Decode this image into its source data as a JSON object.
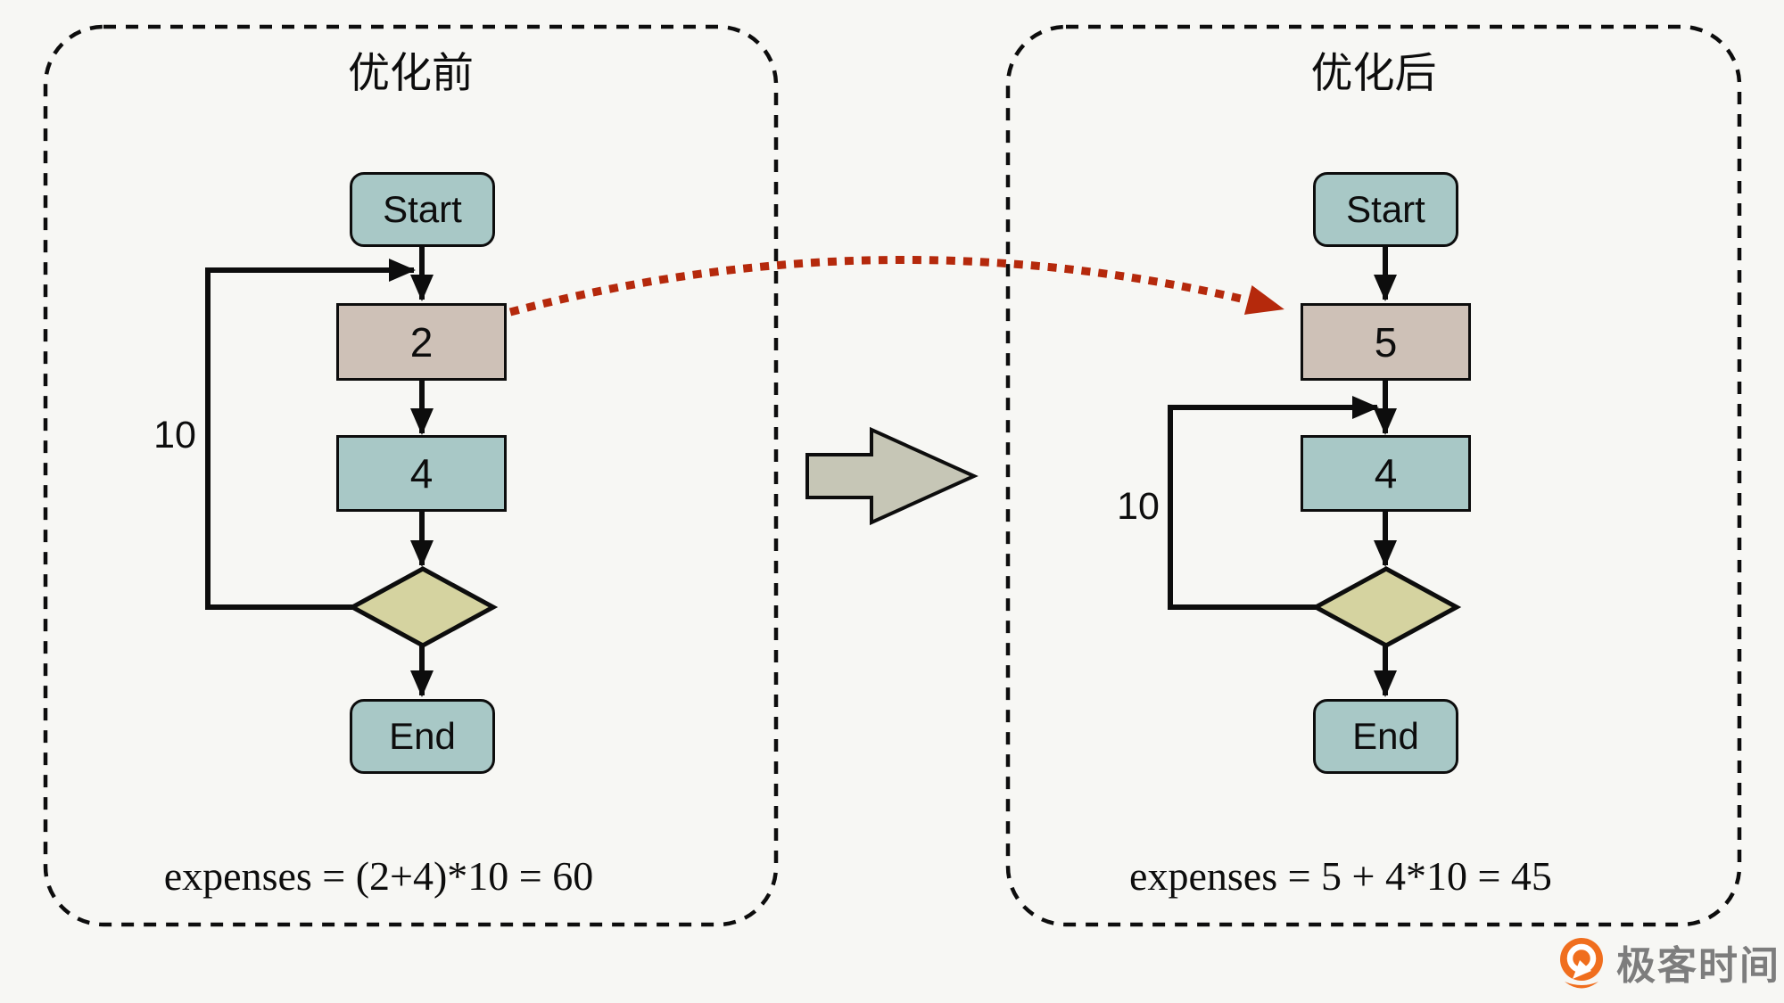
{
  "panels": [
    {
      "title": "优化前",
      "start_label": "Start",
      "hoisted_value": "2",
      "loop_body_value": "4",
      "end_label": "End",
      "loop_count": "10",
      "formula": "expenses = (2+4)*10 = 60"
    },
    {
      "title": "优化后",
      "start_label": "Start",
      "hoisted_value": "5",
      "loop_body_value": "4",
      "end_label": "End",
      "loop_count": "10",
      "formula": "expenses = 5 + 4*10 = 45"
    }
  ],
  "colors": {
    "background": "#f7f7f4",
    "terminal_fill": "#a8c8c6",
    "invariant_fill": "#cec1b7",
    "decision_fill": "#d5d3a0",
    "transform_arrow_fill": "#c6c6b6",
    "highlight_arrow": "#b5290c",
    "outline": "#0d0d0d",
    "logo_orange": "#f06e1e",
    "logo_text_gray": "#7d7d7d"
  },
  "logo": {
    "text": "极客时间"
  }
}
